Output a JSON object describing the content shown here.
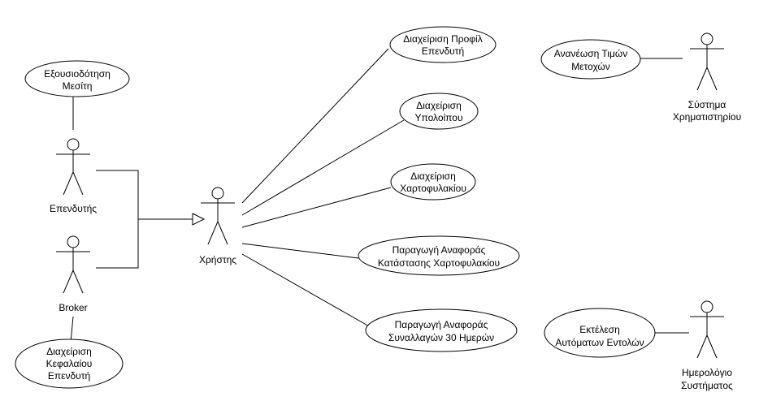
{
  "actors": {
    "investor": {
      "label": "Επενδυτής"
    },
    "broker": {
      "label": "Broker"
    },
    "user": {
      "label": "Χρήστης"
    },
    "exchange_system": {
      "label_lines": [
        "Σύστημα",
        "Χρηματιστηρίου"
      ]
    },
    "system_calendar": {
      "label_lines": [
        "Ημερολόγιο",
        "Συστήματος"
      ]
    }
  },
  "use_cases": {
    "broker_authorization": {
      "lines": [
        "Εξουσιοδότηση",
        "Μεσίτη"
      ]
    },
    "investor_capital_management": {
      "lines": [
        "Διαχείριση",
        "Κεφαλαίου",
        "Επενδυτή"
      ]
    },
    "investor_profile_management": {
      "lines": [
        "Διαχείριση Προφίλ",
        "Επενδυτή"
      ]
    },
    "balance_management": {
      "lines": [
        "Διαχείριση",
        "Υπολοίπου"
      ]
    },
    "portfolio_management": {
      "lines": [
        "Διαχείριση",
        "Χαρτοφυλακίου"
      ]
    },
    "portfolio_status_report": {
      "lines": [
        "Παραγωγή Αναφοράς",
        "Κατάστασης Χαρτοφυλακίου"
      ]
    },
    "transactions_30_days_report": {
      "lines": [
        "Παραγωγή Αναφοράς",
        "Συναλλαγών 30 Ημερών"
      ]
    },
    "stock_price_update": {
      "lines": [
        "Ανανέωση Τιμών",
        "Μετοχών"
      ]
    },
    "automatic_order_execution": {
      "lines": [
        "Εκτέλεση",
        "Αυτόματων Εντολών"
      ]
    }
  }
}
